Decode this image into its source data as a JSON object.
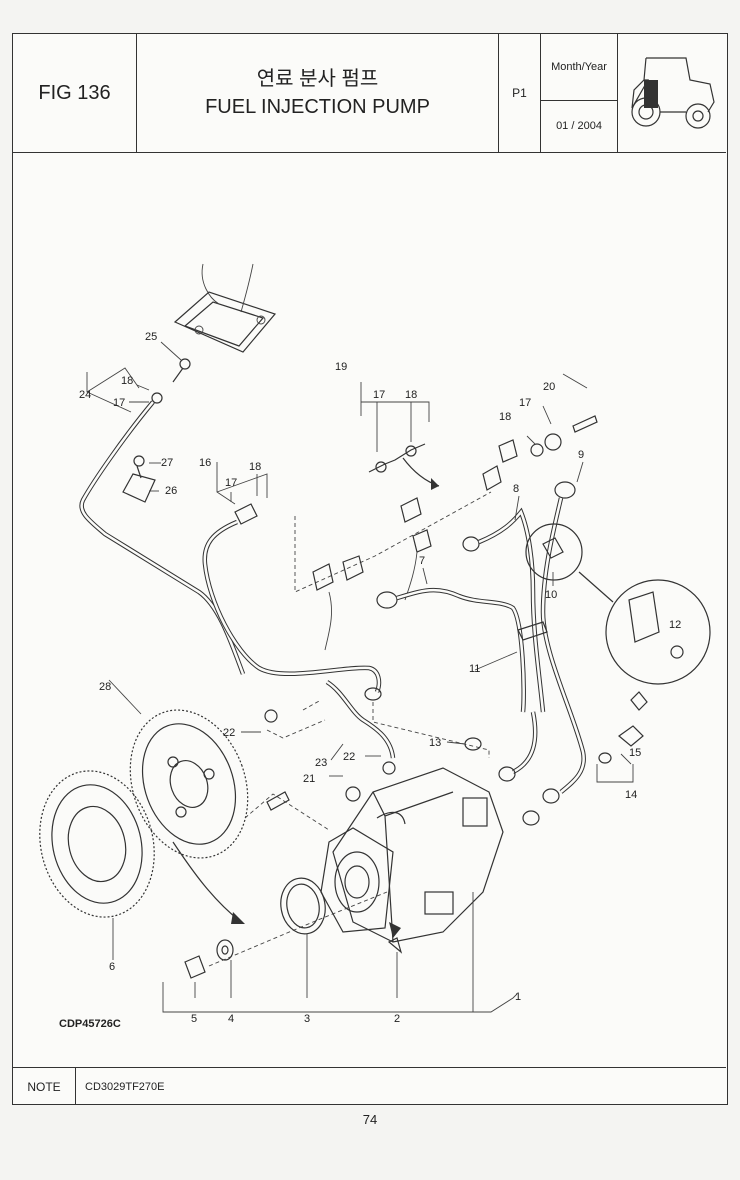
{
  "header": {
    "fig": "FIG 136",
    "title_ko": "연료 분사 펌프",
    "title_en": "FUEL INJECTION PUMP",
    "page": "P1",
    "date_label": "Month/Year",
    "date_value": "01 / 2004",
    "icon": "tractor-icon"
  },
  "callouts": [
    "1",
    "2",
    "3",
    "4",
    "5",
    "6",
    "7",
    "8",
    "9",
    "10",
    "11",
    "12",
    "13",
    "14",
    "15",
    "16",
    "17",
    "17",
    "17",
    "17",
    "18",
    "18",
    "18",
    "18",
    "19",
    "20",
    "21",
    "22",
    "22",
    "23",
    "24",
    "25",
    "26",
    "27",
    "28"
  ],
  "drawing_code": "CDP45726C",
  "note": {
    "label": "NOTE",
    "value": "CD3029TF270E"
  },
  "page_number": "74"
}
